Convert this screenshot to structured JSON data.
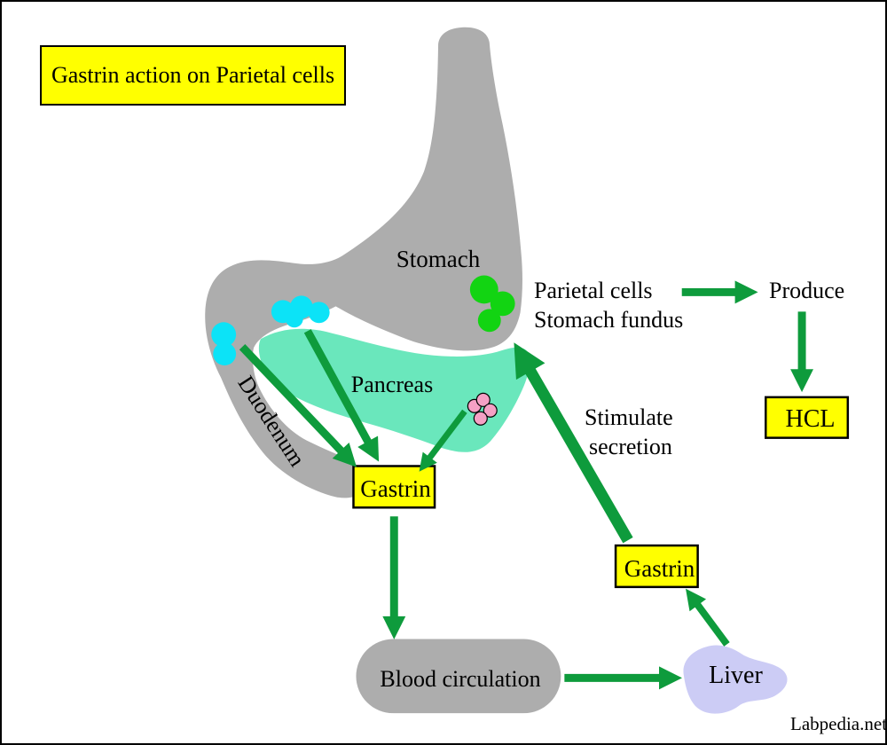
{
  "title": "Gastrin action on Parietal cells",
  "watermark": "Labpedia.net",
  "organs": {
    "stomach": "Stomach",
    "pancreas": "Pancreas",
    "duodenum": "Duodenum",
    "liver": "Liver",
    "blood_circulation": "Blood circulation"
  },
  "nodes": {
    "gastrin_left": "Gastrin",
    "gastrin_right": "Gastrin",
    "produce": "Produce",
    "hcl": "HCL"
  },
  "annotations": {
    "parietal_line1": "Parietal cells",
    "parietal_line2": "Stomach fundus",
    "stimulate_line1": "Stimulate",
    "stimulate_line2": "secretion"
  },
  "edges": [
    {
      "from": "duodenum",
      "to": "gastrin_left"
    },
    {
      "from": "stomach-antrum-cells",
      "to": "gastrin_left"
    },
    {
      "from": "pancreas-islet-cells",
      "to": "gastrin_left"
    },
    {
      "from": "gastrin_left",
      "to": "blood_circulation"
    },
    {
      "from": "blood_circulation",
      "to": "liver"
    },
    {
      "from": "liver",
      "to": "gastrin_right"
    },
    {
      "from": "gastrin_right",
      "to": "parietal-cells-stomach-fundus"
    },
    {
      "from": "parietal_cells",
      "to": "produce"
    },
    {
      "from": "produce",
      "to": "hcl"
    }
  ],
  "colors": {
    "background": "#ffffff",
    "frame": "#000000",
    "organ_gray": "#adadad",
    "pancreas_green": "#6ae7bc",
    "arrow_green": "#0e9b3c",
    "highlight_yellow": "#ffff00",
    "parietal_cells_green": "#12d412",
    "antral_cells_cyan": "#0ce3f7",
    "islet_cells_pink": "#f5a0c5",
    "liver_lavender": "#ccccf5"
  }
}
